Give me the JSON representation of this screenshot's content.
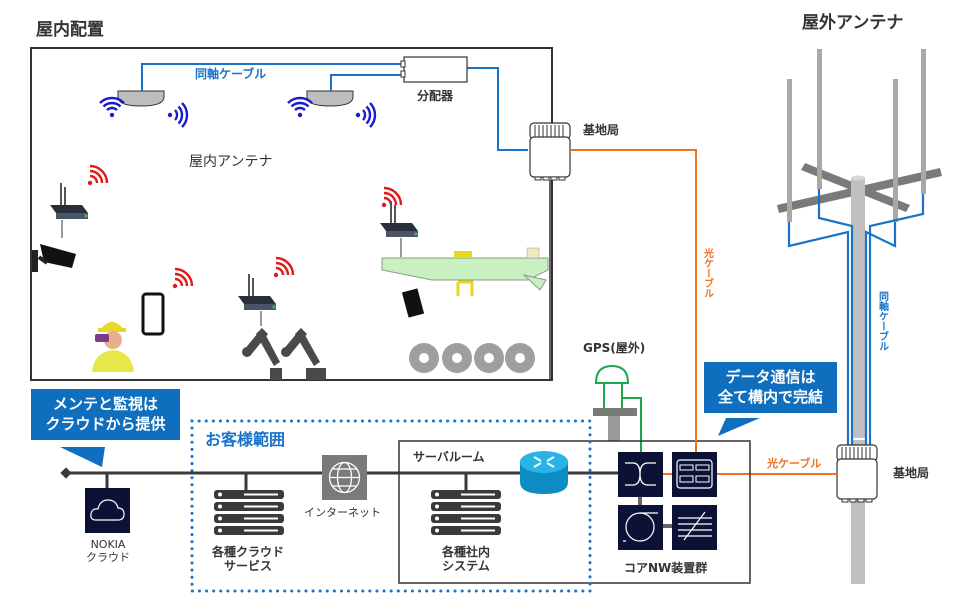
{
  "indoor": {
    "title": "屋内配置",
    "coax_label": "同軸ケーブル",
    "splitter_label": "分配器",
    "base_station_label": "基地局",
    "antenna_label": "屋内アンテナ"
  },
  "outdoor": {
    "title": "屋外アンテナ",
    "coax_label": "同軸ケーブル",
    "base_station_label": "基地局"
  },
  "links": {
    "fiber_vertical_label": "光ケーブル",
    "fiber_horizontal_label": "光ケーブル"
  },
  "gps": {
    "label": "GPS(屋外)"
  },
  "callouts": {
    "cloud_line1": "メンテと監視は",
    "cloud_line2": "クラウドから提供",
    "data_line1": "データ通信は",
    "data_line2": "全て構内で完結"
  },
  "network": {
    "customer_scope_label": "お客様範囲",
    "server_room_label": "サーバルーム",
    "nokia_cloud_line1": "NOKIA",
    "nokia_cloud_line2": "クラウド",
    "internet_label": "インターネット",
    "cloud_services_line1": "各種クラウド",
    "cloud_services_line2": "サービス",
    "internal_systems_line1": "各種社内",
    "internal_systems_line2": "システム",
    "core_nw_label": "コアNW装置群"
  },
  "colors": {
    "coax_blue": "#1a73c8",
    "fiber_orange": "#f07024",
    "gps_green": "#1aa84a",
    "callout_blue": "#0f6fbe",
    "device_navy": "#0b1236",
    "signal_red": "#e01a1a",
    "signal_blue": "#1a1ad0"
  }
}
